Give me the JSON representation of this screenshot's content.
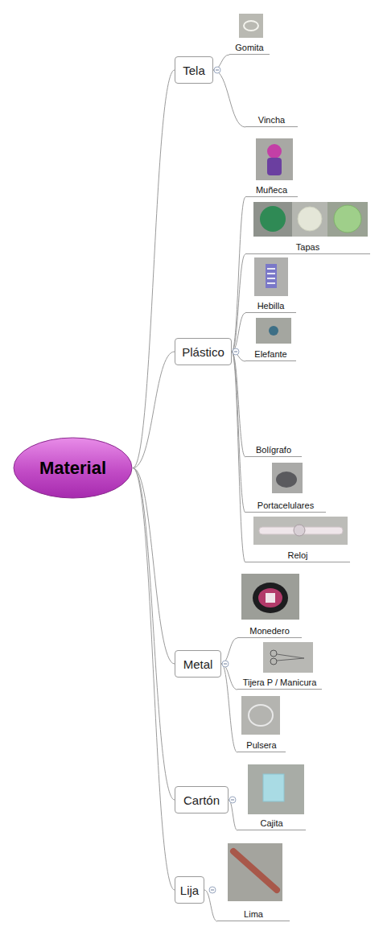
{
  "diagram": {
    "nodes": [
      {
        "text": [
          "Material"
        ]
      },
      {
        "text": [
          "Tela"
        ]
      },
      {
        "text": [
          "Gomita"
        ]
      },
      {
        "text": [
          "Vincha"
        ]
      },
      {
        "text": [
          "Plástico"
        ]
      },
      {
        "text": [
          "Muñeca"
        ]
      },
      {
        "text": [
          "Tapas"
        ]
      },
      {
        "text": [
          "Hebilla"
        ]
      },
      {
        "text": [
          "Elefante"
        ]
      },
      {
        "text": [
          "Bolígrafo"
        ]
      },
      {
        "text": [
          "Portacelulares"
        ]
      },
      {
        "text": [
          "Reloj"
        ]
      },
      {
        "text": [
          "Metal"
        ]
      },
      {
        "text": [
          "Monedero"
        ]
      },
      {
        "text": [
          "Tijera P / Manicura"
        ]
      },
      {
        "text": [
          "Pulsera"
        ]
      },
      {
        "text": [
          "Cartón"
        ]
      },
      {
        "text": [
          "Cajita"
        ]
      },
      {
        "text": [
          "Lija"
        ]
      },
      {
        "text": [
          "Lima"
        ]
      }
    ],
    "edges": [
      {
        "from": 0,
        "to": 1,
        "arrow": "none"
      },
      {
        "from": 0,
        "to": 4,
        "arrow": "none"
      },
      {
        "from": 0,
        "to": 12,
        "arrow": "none"
      },
      {
        "from": 0,
        "to": 16,
        "arrow": "none"
      },
      {
        "from": 0,
        "to": 18,
        "arrow": "none"
      },
      {
        "from": 1,
        "to": 2,
        "arrow": "none"
      },
      {
        "from": 1,
        "to": 3,
        "arrow": "none"
      },
      {
        "from": 4,
        "to": 5,
        "arrow": "none"
      },
      {
        "from": 4,
        "to": 6,
        "arrow": "none"
      },
      {
        "from": 4,
        "to": 7,
        "arrow": "none"
      },
      {
        "from": 4,
        "to": 8,
        "arrow": "none"
      },
      {
        "from": 4,
        "to": 9,
        "arrow": "none"
      },
      {
        "from": 4,
        "to": 10,
        "arrow": "none"
      },
      {
        "from": 4,
        "to": 11,
        "arrow": "none"
      },
      {
        "from": 12,
        "to": 13,
        "arrow": "none"
      },
      {
        "from": 12,
        "to": 14,
        "arrow": "none"
      },
      {
        "from": 12,
        "to": 15,
        "arrow": "none"
      },
      {
        "from": 16,
        "to": 17,
        "arrow": "none"
      },
      {
        "from": 18,
        "to": 19,
        "arrow": "none"
      }
    ]
  }
}
